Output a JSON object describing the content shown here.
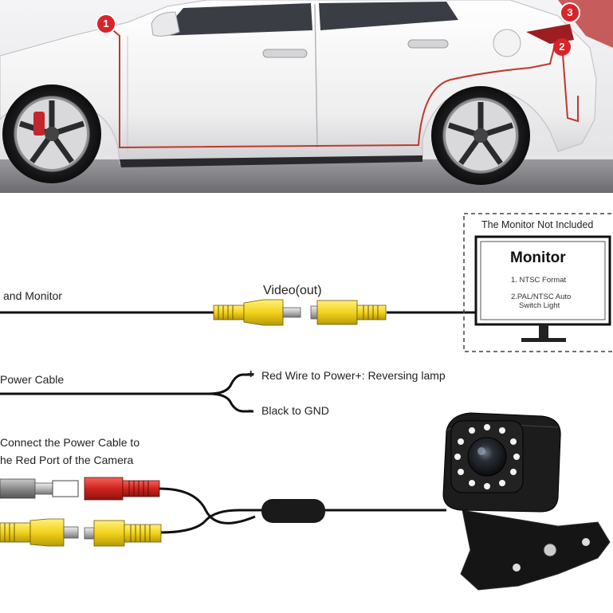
{
  "car_badges": [
    "1",
    "2",
    "3"
  ],
  "labels": {
    "camera_monitor": "and Monitor",
    "video_out": "Video(out)",
    "monitor_not_included": "The Monitor Not Included",
    "power_cable": "Power Cable",
    "red_wire": "Red Wire to Power+: Reversing lamp",
    "black_wire": "Black to GND",
    "red_sign": "+",
    "black_sign": "-",
    "connect_line1": "Connect the Power Cable to",
    "connect_line2": "he Red Port of the Camera"
  },
  "monitor": {
    "title": "Monitor",
    "spec1": "1. NTSC Format",
    "spec2_line1": "2.PAL/NTSC Auto",
    "spec2_line2": "Switch Light"
  },
  "colors": {
    "badge_red": "#d8242a",
    "route_red": "#c0392b",
    "plug_yellow": "#f2d21b",
    "plug_red": "#d0231e",
    "plug_gray": "#8a8a8a",
    "camera_body": "#1c1c1c",
    "led_white": "#f4f4f4"
  },
  "icons": {
    "car": "car-photo",
    "monitor": "monitor-icon",
    "camera": "backup-camera-icon",
    "plug": "rca-plug-icon"
  }
}
